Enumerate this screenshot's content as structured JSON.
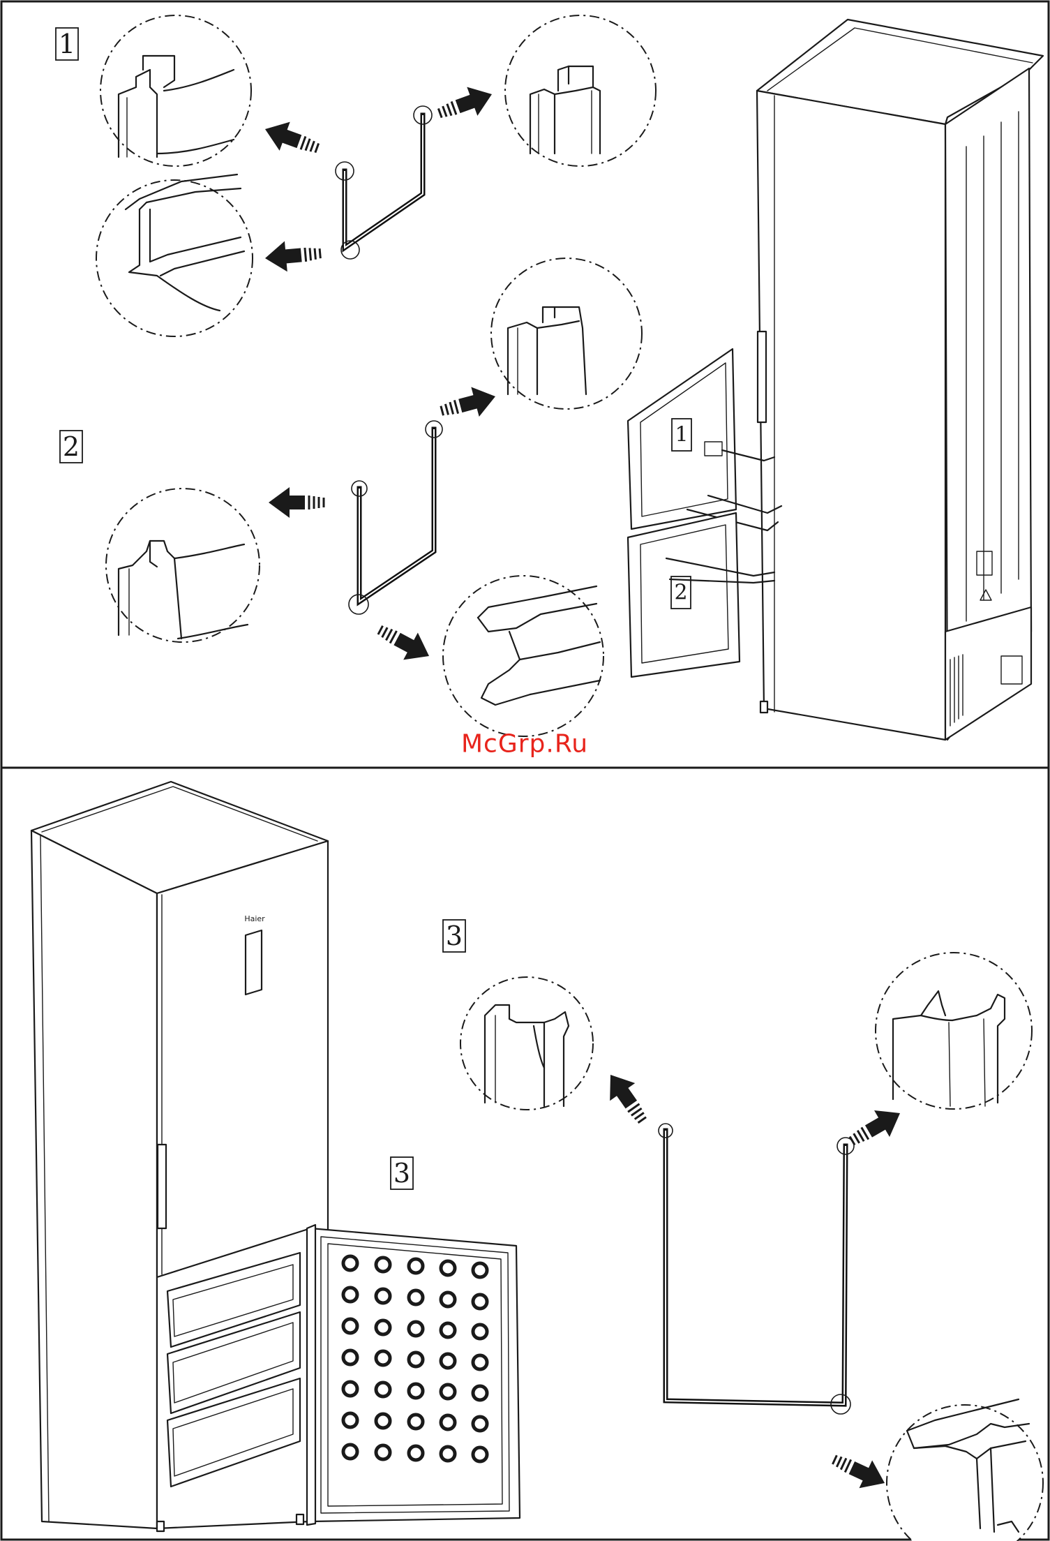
{
  "watermark": "McGrp.Ru",
  "steps": {
    "step1_label": "1",
    "step2_label": "2",
    "step3_label": "3"
  },
  "door_labels": {
    "upper_drawer": "1",
    "lower_drawer": "2",
    "freezer_door": "3"
  },
  "brand_mark": "Haier",
  "icons": [
    "arrow-icon",
    "detail-magnifier-icon",
    "gasket-corner-icon"
  ],
  "colors": {
    "ink": "#1a1a1a",
    "watermark": "#e8241c",
    "background": "#ffffff"
  }
}
